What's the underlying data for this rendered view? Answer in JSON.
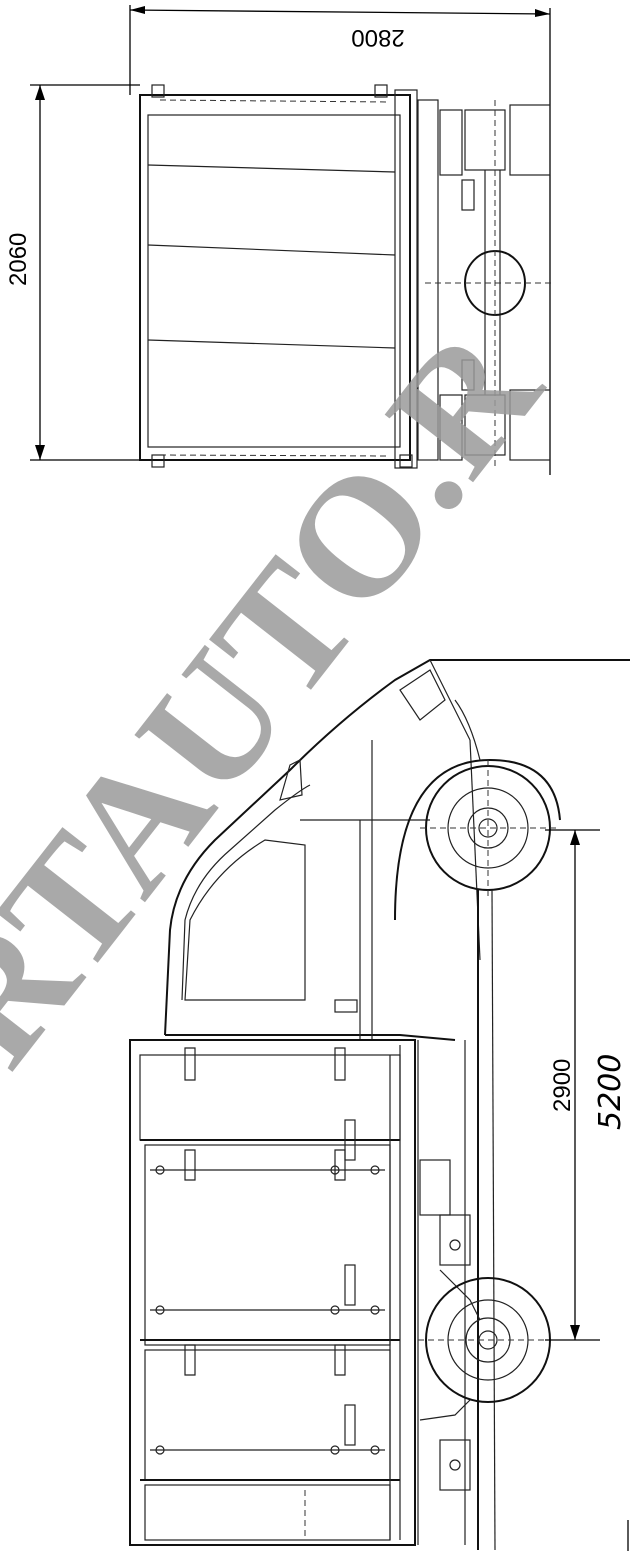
{
  "dimensions": {
    "width_top": "2800",
    "height_top": "2060",
    "wheelbase": "2900",
    "overall_length": "5200"
  },
  "watermark": {
    "text": "RTAUTO.R"
  },
  "colors": {
    "line": "#111111",
    "watermark": "#9a9a9a",
    "background": "#ffffff"
  }
}
